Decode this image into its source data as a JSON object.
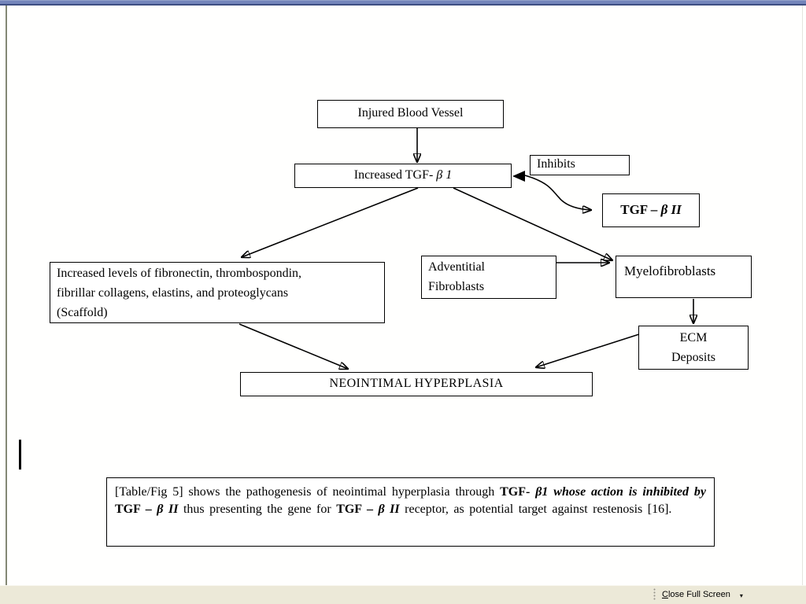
{
  "app": {
    "name": "word-full-screen-view",
    "colors": {
      "top_bar": "#7384ba",
      "top_bar_shadow": "#3e4e82",
      "toolbar_bg": "#ece9d8",
      "page_edge": "#838875"
    },
    "toolbar": {
      "close_button_accel": "C",
      "close_button_rest": "lose Full Screen",
      "dropdown_icon": "▾"
    }
  },
  "diagram": {
    "injured_blood_vessel": "Injured Blood Vessel",
    "increased_tgfb1_segments": [
      {
        "t": "Increased TGF- "
      },
      {
        "t": "β 1",
        "i": true
      }
    ],
    "inhibits": "Inhibits",
    "tgf_b2_segments": [
      {
        "t": "TGF – ",
        "b": true
      },
      {
        "t": "β II",
        "b": true,
        "i": true
      }
    ],
    "scaffold": "Increased levels of fibronectin, thrombospondin,\nfibrillar collagens, elastins, and proteoglycans\n(Scaffold)",
    "adventitial_fibroblasts": "Adventitial\nFibroblasts",
    "myelofibroblasts": "Myelofibroblasts",
    "ecm_deposits": "ECM\nDeposits",
    "neointimal_hyperplasia": "NEOINTIMAL HYPERPLASIA"
  },
  "caption": {
    "segments": [
      {
        "t": "[Table/Fig 5] shows the pathogenesis of neointimal hyperplasia through "
      },
      {
        "t": "TGF- ",
        "b": true
      },
      {
        "t": "β1 whose action is inhibited by ",
        "b": true,
        "i": true
      },
      {
        "t": "TGF – ",
        "b": true
      },
      {
        "t": "β II",
        "b": true,
        "i": true
      },
      {
        "t": " thus presenting the gene for "
      },
      {
        "t": "TGF – ",
        "b": true
      },
      {
        "t": "β II",
        "b": true,
        "i": true
      },
      {
        "t": " receptor, as potential target against restenosis [16]."
      }
    ]
  }
}
